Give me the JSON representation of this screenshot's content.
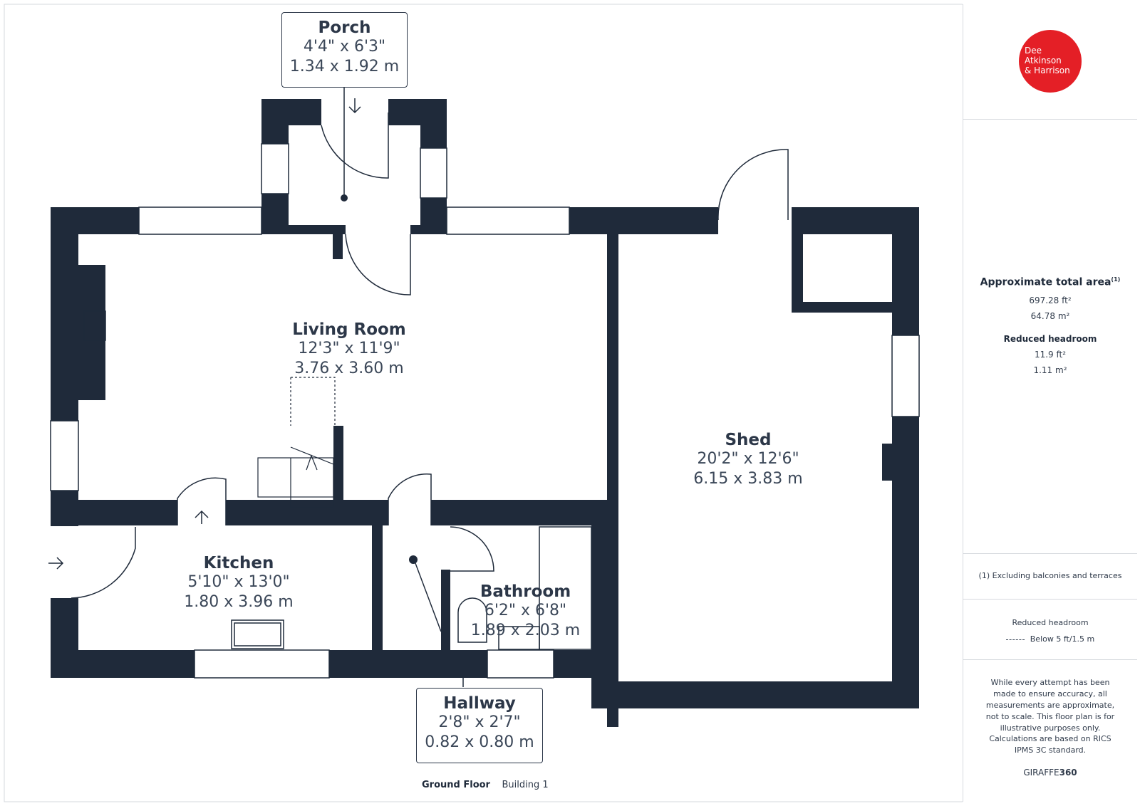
{
  "rooms": {
    "porch": {
      "name": "Porch",
      "imperial": "4'4\" x 6'3\"",
      "metric": "1.34 x 1.92 m"
    },
    "living": {
      "name": "Living Room",
      "imperial": "12'3\" x 11'9\"",
      "metric": "3.76 x 3.60 m"
    },
    "shed": {
      "name": "Shed",
      "imperial": "20'2\" x 12'6\"",
      "metric": "6.15 x 3.83 m"
    },
    "kitchen": {
      "name": "Kitchen",
      "imperial": "5'10\" x 13'0\"",
      "metric": "1.80 x 3.96 m"
    },
    "bathroom": {
      "name": "Bathroom",
      "imperial": "6'2\" x 6'8\"",
      "metric": "1.89 x 2.03 m"
    },
    "hallway": {
      "name": "Hallway",
      "imperial": "2'8\" x 2'7\"",
      "metric": "0.82 x 0.80 m"
    }
  },
  "logo": {
    "line1": "Dee",
    "line2": "Atkinson",
    "line3": "& Harrison",
    "color": "#e41f26"
  },
  "side": {
    "area_title": "Approximate total area",
    "area_sup": "(1)",
    "area_ft": "697.28 ft²",
    "area_m": "64.78 m²",
    "reduced_title": "Reduced headroom",
    "reduced_ft": "11.9 ft²",
    "reduced_m": "1.11 m²",
    "note": "(1) Excluding balconies and terraces",
    "legend_title": "Reduced headroom",
    "legend_text": "Below 5 ft/1.5 m",
    "disclaimer": "While every attempt has been made to ensure accuracy, all measurements are approximate, not to scale. This floor plan is for illustrative purposes only.",
    "calc": "Calculations are based on RICS IPMS 3C standard.",
    "brand_a": "GIRAFFE",
    "brand_b": "360"
  },
  "footer": {
    "floor": "Ground Floor",
    "building": "Building 1"
  },
  "colors": {
    "wall": "#1f2a3a",
    "text": "#2f3a4a"
  }
}
